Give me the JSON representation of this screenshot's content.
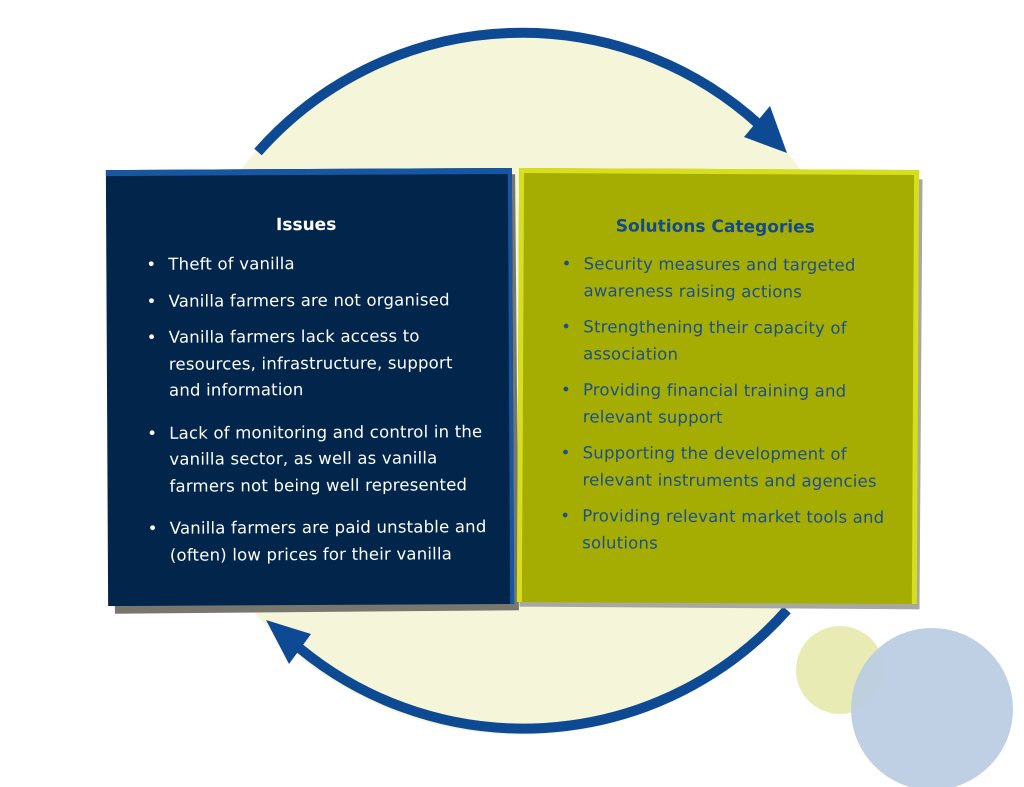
{
  "colors": {
    "arrow": "#0d4a93",
    "circle": "#f4f5d9",
    "issues_bg": "#02264b",
    "solutions_bg": "#a5ad02",
    "deco_yellow": "#e8ecb4",
    "deco_blue": "#bccde3"
  },
  "bullet_glyph": "•",
  "issues": {
    "title": "Issues",
    "items": [
      "Theft of vanilla",
      "Vanilla farmers are not organised",
      "Vanilla farmers lack access to resources, infrastructure, support and information",
      "Lack of monitoring and control in the vanilla sector, as well as vanilla farmers not being well represented",
      "Vanilla farmers are paid unstable and (often) low prices for their vanilla"
    ]
  },
  "solutions": {
    "title": "Solutions Categories",
    "items": [
      "Security measures and targeted awareness raising actions",
      "Strengthening their capacity of association",
      "Providing financial training and relevant support",
      "Supporting the development of relevant instruments and agencies",
      "Providing relevant market tools and solutions"
    ]
  }
}
